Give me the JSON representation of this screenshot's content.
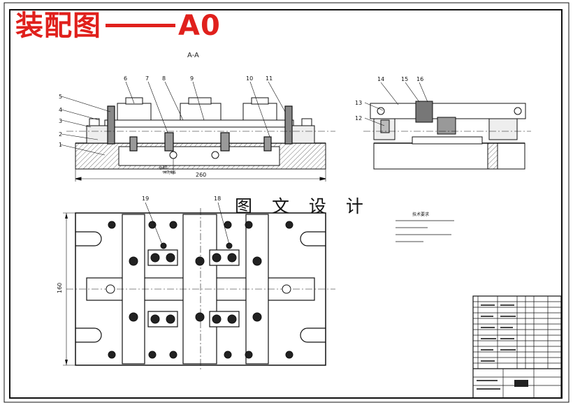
{
  "title": {
    "prefix": "装配图",
    "suffix": "A0"
  },
  "watermark": "图 文 设 计",
  "section_view": {
    "label": "A-A",
    "dim_width": "260",
    "dim_bore": "φ40",
    "dim_bore_tol": "H7/k6"
  },
  "plan_view": {
    "dim_height": "160"
  },
  "part_numbers": {
    "p1": "1",
    "p2": "2",
    "p3": "3",
    "p4": "4",
    "p5": "5",
    "p6": "6",
    "p7": "7",
    "p8": "8",
    "p9": "9",
    "p10": "10",
    "p11": "11",
    "p12": "12",
    "p13": "13",
    "p14": "14",
    "p15": "15",
    "p16": "16",
    "p18": "18",
    "p19": "19"
  },
  "notes": {
    "heading": "技术要求"
  },
  "colors": {
    "title_red": "#e0201c",
    "line": "#111111",
    "hatch_fill": "#cfcfcf"
  }
}
